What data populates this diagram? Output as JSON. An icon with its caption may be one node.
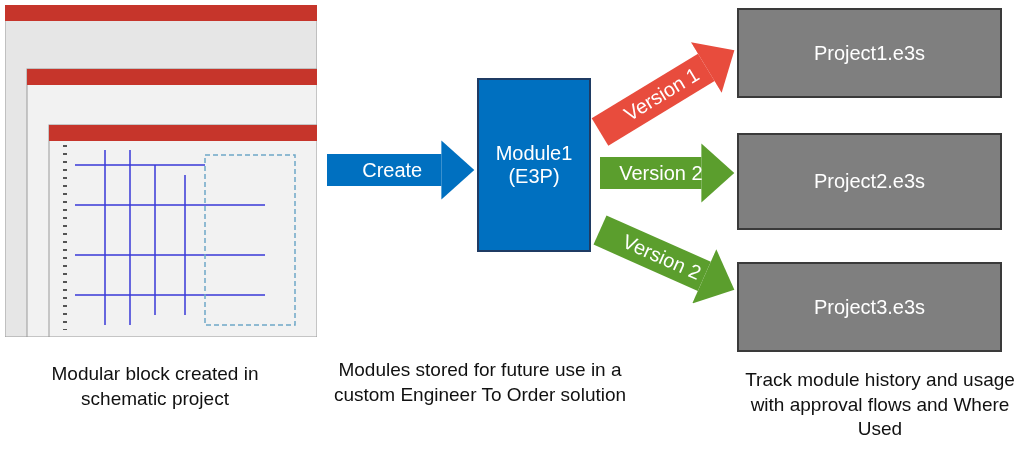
{
  "diagram": {
    "nodes": [
      {
        "text": [],
        "shape": "picture"
      },
      {
        "text": [
          "Module1 (E3P)"
        ]
      },
      {
        "text": [
          "Project1.e3s"
        ]
      },
      {
        "text": [
          "Project2.e3s"
        ]
      },
      {
        "text": [
          "Project3.e3s"
        ]
      }
    ],
    "edges": [
      {
        "from": 0,
        "to": 1,
        "arrow": "to",
        "label": "Create",
        "color": "#0070c0"
      },
      {
        "from": 1,
        "to": 2,
        "arrow": "to",
        "label": "Version 1",
        "color": "#e84c3d"
      },
      {
        "from": 1,
        "to": 3,
        "arrow": "to",
        "label": "Version 2",
        "color": "#5b9e2d"
      },
      {
        "from": 1,
        "to": 4,
        "arrow": "to",
        "label": "Version 2",
        "color": "#5b9e2d"
      }
    ],
    "labels": [
      "Modular block created in schematic project",
      "Modules stored for future use in a custom Engineer To Order solution",
      "Track module history and usage with approval flows and Where Used"
    ]
  }
}
